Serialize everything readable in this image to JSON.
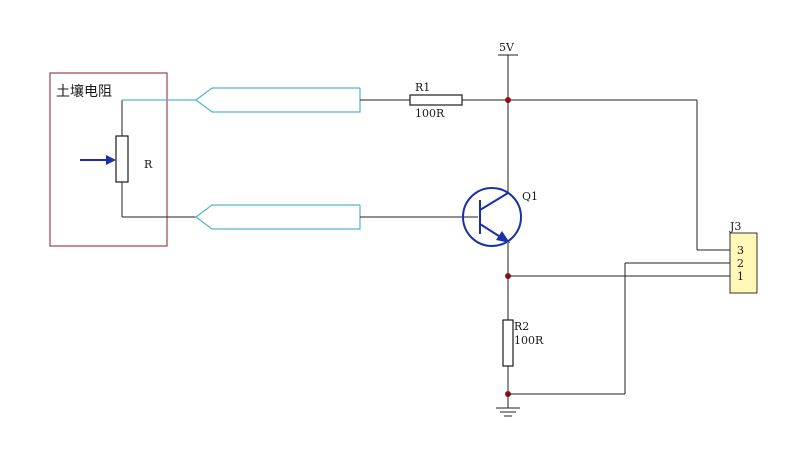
{
  "sensor": {
    "title": "土壤电阻",
    "pot_label": "R"
  },
  "supply": {
    "label": "5V"
  },
  "r1": {
    "ref": "R1",
    "value": "100R"
  },
  "r2": {
    "ref": "R2",
    "value": "100R"
  },
  "q1": {
    "ref": "Q1"
  },
  "j3": {
    "ref": "J3",
    "pins": [
      "3",
      "2",
      "1"
    ]
  },
  "colors": {
    "cable": "#4fb6c8",
    "box": "#a04048",
    "junction": "#9a1010",
    "transistor": "#1a2fa8",
    "connector": "#fff8b8"
  }
}
